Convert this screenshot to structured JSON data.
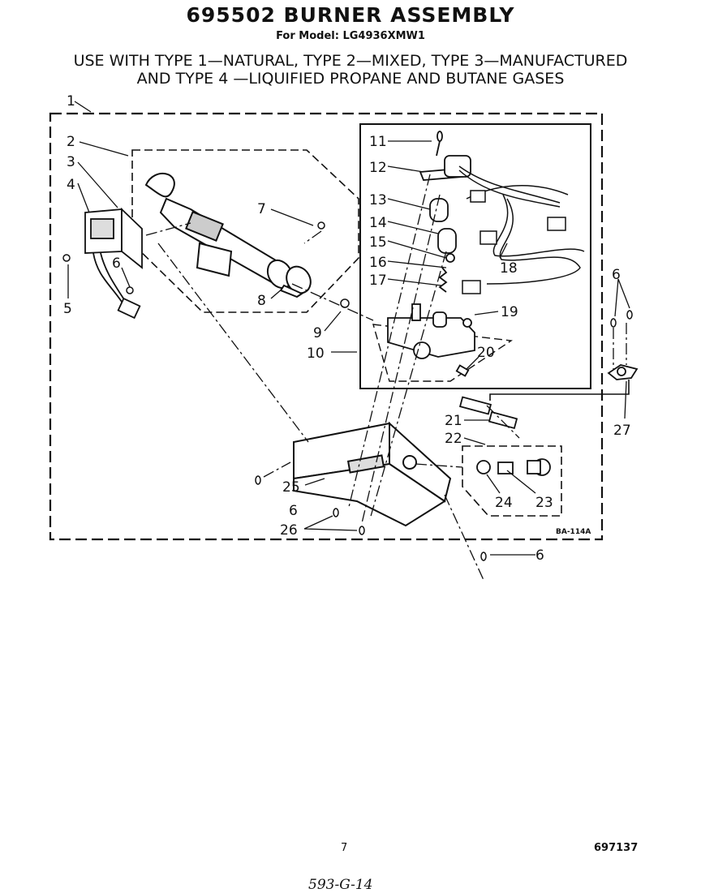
{
  "header": {
    "title": "695502 BURNER ASSEMBLY",
    "model": "For Model: LG4936XMW1",
    "usage_line1": "USE WITH TYPE 1—NATURAL, TYPE 2—MIXED, TYPE 3—MANUFACTURED",
    "usage_line2": "AND TYPE 4 —LIQUIFIED PROPANE AND BUTANE GASES"
  },
  "callouts": {
    "c1": "1",
    "c2": "2",
    "c3": "3",
    "c4": "4",
    "c5": "5",
    "c6a": "6",
    "c6b": "6",
    "c6c": "6",
    "c6d": "6",
    "c7": "7",
    "c8": "8",
    "c9": "9",
    "c10": "10",
    "c11": "11",
    "c12": "12",
    "c13": "13",
    "c14": "14",
    "c15": "15",
    "c16": "16",
    "c17": "17",
    "c18": "18",
    "c19": "19",
    "c20": "20",
    "c21": "21",
    "c22": "22",
    "c23": "23",
    "c24": "24",
    "c25": "25",
    "c26": "26",
    "c27": "27"
  },
  "diagram_code": "BA-114A",
  "footer": {
    "page_number": "7",
    "doc_number": "697137",
    "handwritten": "593-G-14"
  }
}
